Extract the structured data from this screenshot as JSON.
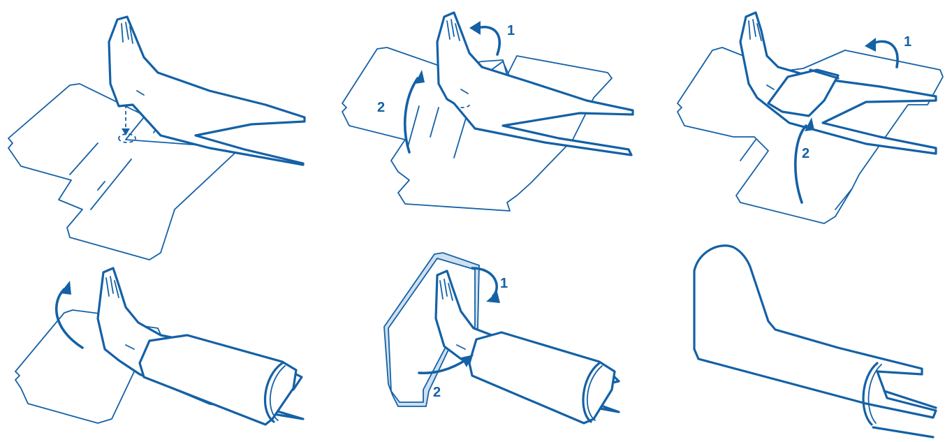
{
  "colors": {
    "ink": "#1461a6",
    "background": "#ffffff",
    "edge_fill": "#cfe0f0"
  },
  "steps": [
    {
      "id": "step-1",
      "labels": []
    },
    {
      "id": "step-2",
      "labels": [
        "1",
        "2"
      ]
    },
    {
      "id": "step-3",
      "labels": [
        "1",
        "2"
      ]
    },
    {
      "id": "step-4",
      "labels": []
    },
    {
      "id": "step-5",
      "labels": [
        "1",
        "2"
      ]
    },
    {
      "id": "step-6",
      "labels": []
    }
  ]
}
